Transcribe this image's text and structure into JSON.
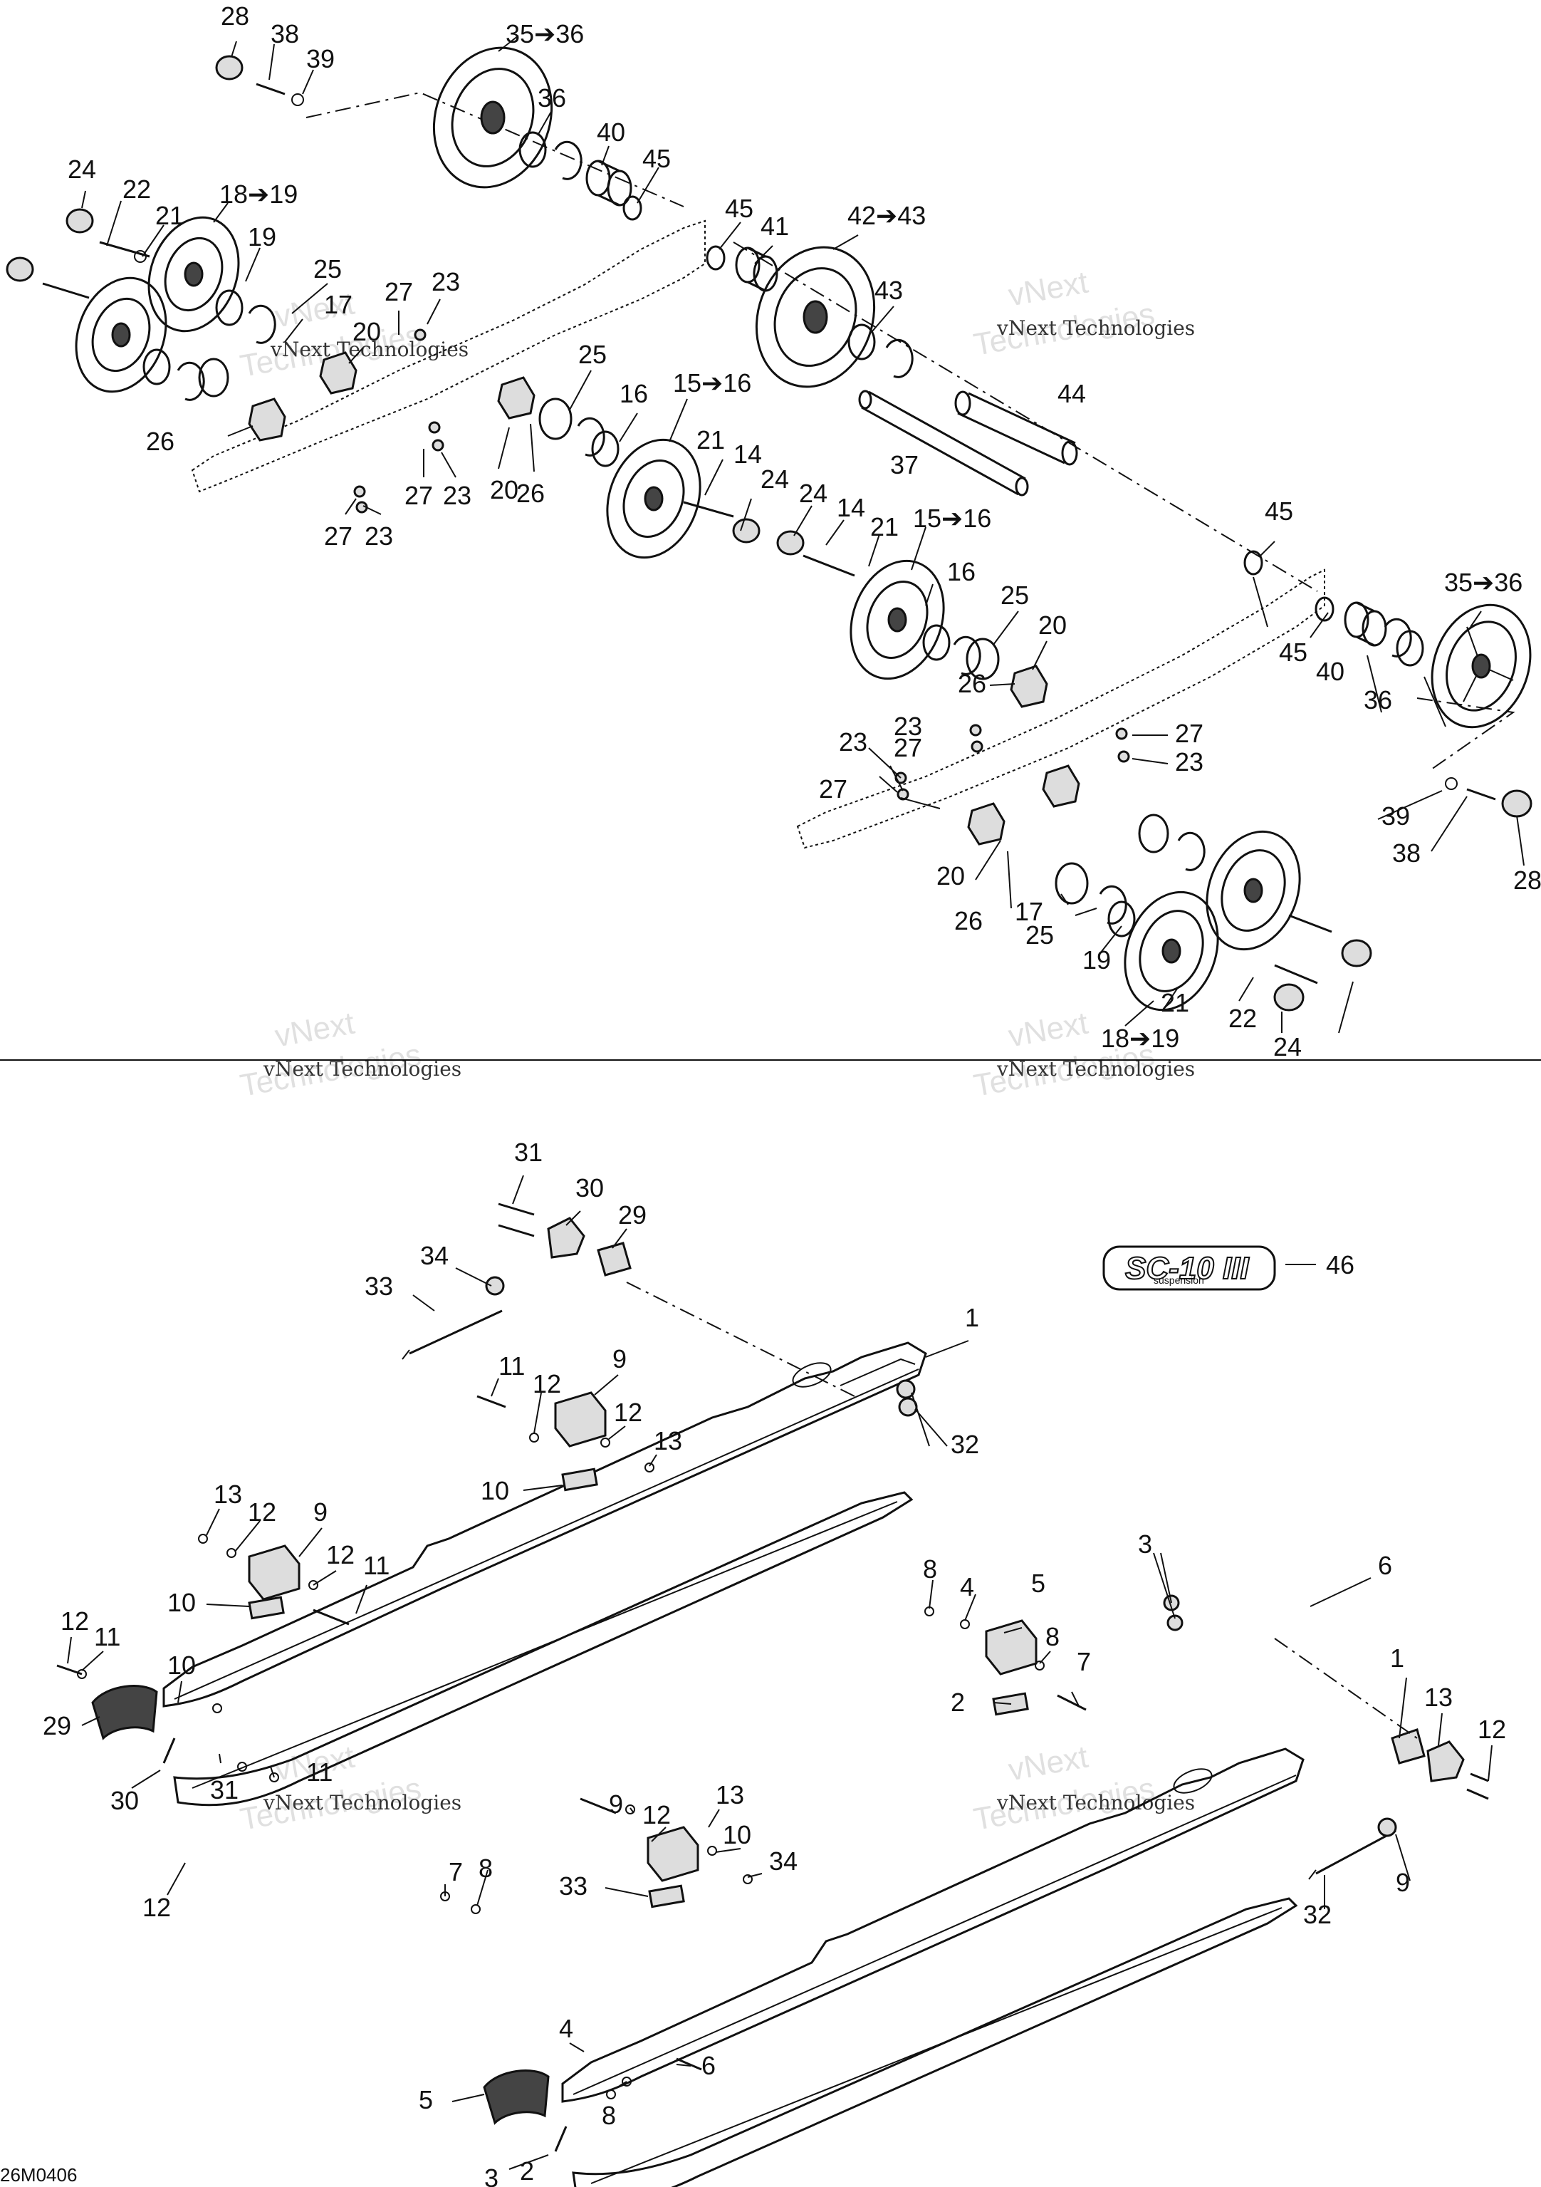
{
  "figure_ref": "26M0406",
  "badge": {
    "text": "SC-10 III",
    "sub": "suspension",
    "part_number": "46"
  },
  "watermark": {
    "line1": "vNext",
    "line2": "Technologies",
    "small": "vNext Technologies"
  },
  "callouts_top": [
    {
      "id": "c28a",
      "label": "28"
    },
    {
      "id": "c38a",
      "label": "38"
    },
    {
      "id": "c39a",
      "label": "39"
    },
    {
      "id": "c3536a",
      "label": "35➔36"
    },
    {
      "id": "c36a",
      "label": "36"
    },
    {
      "id": "c40a",
      "label": "40"
    },
    {
      "id": "c45a",
      "label": "45"
    },
    {
      "id": "c45b",
      "label": "45"
    },
    {
      "id": "c41",
      "label": "41"
    },
    {
      "id": "c4243",
      "label": "42➔43"
    },
    {
      "id": "c43",
      "label": "43"
    },
    {
      "id": "c24a",
      "label": "24"
    },
    {
      "id": "c22a",
      "label": "22"
    },
    {
      "id": "c21a",
      "label": "21"
    },
    {
      "id": "c1819a",
      "label": "18➔19"
    },
    {
      "id": "c19a",
      "label": "19"
    },
    {
      "id": "c25a",
      "label": "25"
    },
    {
      "id": "c17a",
      "label": "17"
    },
    {
      "id": "c27a",
      "label": "27"
    },
    {
      "id": "c23a",
      "label": "23"
    },
    {
      "id": "c20a",
      "label": "20"
    },
    {
      "id": "c26a",
      "label": "26"
    },
    {
      "id": "c27b",
      "label": "27"
    },
    {
      "id": "c23b",
      "label": "23"
    },
    {
      "id": "c27c",
      "label": "27"
    },
    {
      "id": "c23c",
      "label": "23"
    },
    {
      "id": "c20b",
      "label": "20"
    },
    {
      "id": "c26b",
      "label": "26"
    },
    {
      "id": "c25b",
      "label": "25"
    },
    {
      "id": "c16a",
      "label": "16"
    },
    {
      "id": "c1516a",
      "label": "15➔16"
    },
    {
      "id": "c21b",
      "label": "21"
    },
    {
      "id": "c14a",
      "label": "14"
    },
    {
      "id": "c24b",
      "label": "24"
    },
    {
      "id": "c44",
      "label": "44"
    },
    {
      "id": "c37",
      "label": "37"
    },
    {
      "id": "c24c",
      "label": "24"
    },
    {
      "id": "c14b",
      "label": "14"
    },
    {
      "id": "c21c",
      "label": "21"
    },
    {
      "id": "c1516b",
      "label": "15➔16"
    },
    {
      "id": "c16b",
      "label": "16"
    },
    {
      "id": "c25c",
      "label": "25"
    },
    {
      "id": "c20c",
      "label": "20"
    },
    {
      "id": "c26c",
      "label": "26"
    },
    {
      "id": "c45c",
      "label": "45"
    },
    {
      "id": "c3536b",
      "label": "35➔36"
    },
    {
      "id": "c45d",
      "label": "45"
    },
    {
      "id": "c40b",
      "label": "40"
    },
    {
      "id": "c36b",
      "label": "36"
    },
    {
      "id": "c23d",
      "label": "23"
    },
    {
      "id": "c27d",
      "label": "27"
    },
    {
      "id": "c23e",
      "label": "23"
    },
    {
      "id": "c27e",
      "label": "27"
    },
    {
      "id": "c23f",
      "label": "23"
    },
    {
      "id": "c27f",
      "label": "27"
    },
    {
      "id": "c39b",
      "label": "39"
    },
    {
      "id": "c38b",
      "label": "38"
    },
    {
      "id": "c28b",
      "label": "28"
    },
    {
      "id": "c20d",
      "label": "20"
    },
    {
      "id": "c26d",
      "label": "26"
    },
    {
      "id": "c17b",
      "label": "17"
    },
    {
      "id": "c25d",
      "label": "25"
    },
    {
      "id": "c19b",
      "label": "19"
    },
    {
      "id": "c21d",
      "label": "21"
    },
    {
      "id": "c22b",
      "label": "22"
    },
    {
      "id": "c24d",
      "label": "24"
    },
    {
      "id": "c1819b",
      "label": "18➔19"
    }
  ],
  "callouts_bottom": [
    {
      "id": "c31a",
      "label": "31"
    },
    {
      "id": "c30a",
      "label": "30"
    },
    {
      "id": "c29a",
      "label": "29"
    },
    {
      "id": "c34a",
      "label": "34"
    },
    {
      "id": "c33a",
      "label": "33"
    },
    {
      "id": "c46",
      "label": "46"
    },
    {
      "id": "c1a",
      "label": "1"
    },
    {
      "id": "c11a",
      "label": "11"
    },
    {
      "id": "c12a",
      "label": "12"
    },
    {
      "id": "c9a",
      "label": "9"
    },
    {
      "id": "c12b",
      "label": "12"
    },
    {
      "id": "c13a",
      "label": "13"
    },
    {
      "id": "c10a",
      "label": "10"
    },
    {
      "id": "c32a",
      "label": "32"
    },
    {
      "id": "c13b",
      "label": "13"
    },
    {
      "id": "c12c",
      "label": "12"
    },
    {
      "id": "c9b",
      "label": "9"
    },
    {
      "id": "c12d",
      "label": "12"
    },
    {
      "id": "c11b",
      "label": "11"
    },
    {
      "id": "c10b",
      "label": "10"
    },
    {
      "id": "c6a",
      "label": "6"
    },
    {
      "id": "c8a",
      "label": "8"
    },
    {
      "id": "c4a",
      "label": "4"
    },
    {
      "id": "c5a",
      "label": "5"
    },
    {
      "id": "c3a",
      "label": "3"
    },
    {
      "id": "c8b",
      "label": "8"
    },
    {
      "id": "c7a",
      "label": "7"
    },
    {
      "id": "c2a",
      "label": "2"
    },
    {
      "id": "c1b",
      "label": "1"
    },
    {
      "id": "c13c",
      "label": "13"
    },
    {
      "id": "c12e",
      "label": "12"
    },
    {
      "id": "c9c",
      "label": "9"
    },
    {
      "id": "c32b",
      "label": "32"
    },
    {
      "id": "c12f",
      "label": "12"
    },
    {
      "id": "c11c",
      "label": "11"
    },
    {
      "id": "c10c",
      "label": "10"
    },
    {
      "id": "c29b",
      "label": "29"
    },
    {
      "id": "c30b",
      "label": "30"
    },
    {
      "id": "c31b",
      "label": "31"
    },
    {
      "id": "c11d",
      "label": "11"
    },
    {
      "id": "c12g",
      "label": "12"
    },
    {
      "id": "c9d",
      "label": "9"
    },
    {
      "id": "c12h",
      "label": "12"
    },
    {
      "id": "c13d",
      "label": "13"
    },
    {
      "id": "c10d",
      "label": "10"
    },
    {
      "id": "c34b",
      "label": "34"
    },
    {
      "id": "c33b",
      "label": "33"
    },
    {
      "id": "c7b",
      "label": "7"
    },
    {
      "id": "c8c",
      "label": "8"
    },
    {
      "id": "c4b",
      "label": "4"
    },
    {
      "id": "c5b",
      "label": "5"
    },
    {
      "id": "c8d",
      "label": "8"
    },
    {
      "id": "c6b",
      "label": "6"
    },
    {
      "id": "c3b",
      "label": "3"
    },
    {
      "id": "c2b",
      "label": "2"
    }
  ]
}
